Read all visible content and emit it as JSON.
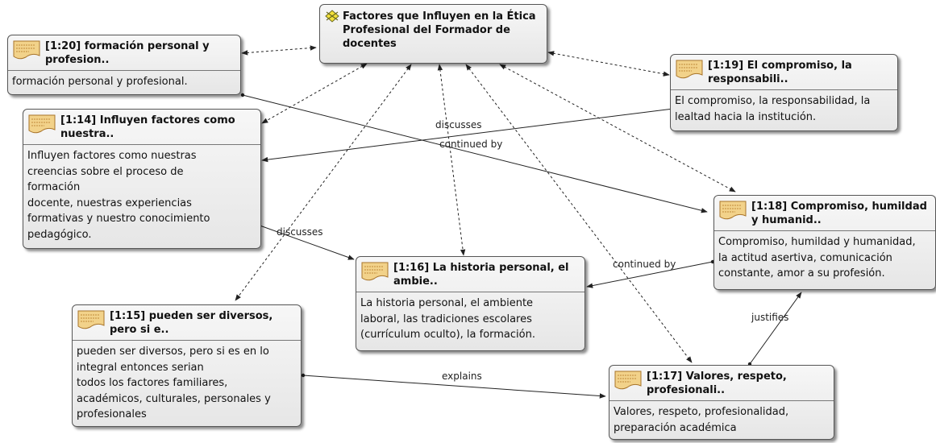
{
  "central": {
    "title": "Factores que Influyen en la Ética Profesional del Formador de docentes",
    "icon": "code-icon"
  },
  "nodes": {
    "n120": {
      "title": "[1:20] formación personal y profesion..",
      "body": "formación personal y profesional.",
      "icon": "quotation-icon"
    },
    "n119": {
      "title": "[1:19] El compromiso, la responsabili..",
      "body": "El compromiso, la responsabilidad, la\nlealtad hacia la institución.",
      "icon": "quotation-icon"
    },
    "n114": {
      "title": "[1:14] Influyen factores como nuestra..",
      "body": "Influyen factores como nuestras\ncreencias sobre el proceso de\nformación\ndocente, nuestras experiencias\nformativas y nuestro conocimiento\npedagógico.",
      "icon": "quotation-icon"
    },
    "n118": {
      "title": "[1:18] Compromiso, humildad y humanid..",
      "body": "Compromiso, humildad y humanidad,\nla actitud asertiva, comunicación\nconstante, amor a su profesión.",
      "icon": "quotation-icon"
    },
    "n116": {
      "title": "[1:16] La historia personal, el ambie..",
      "body": "La historia personal, el ambiente\nlaboral, las tradiciones escolares\n(currículum oculto), la formación.",
      "icon": "quotation-icon"
    },
    "n115": {
      "title": "[1:15] pueden ser diversos, pero si e..",
      "body": "pueden ser diversos, pero si es en lo\nintegral entonces serian\ntodos los factores familiares,\nacadémicos, culturales, personales y\nprofesionales",
      "icon": "quotation-icon"
    },
    "n117": {
      "title": "[1:17] Valores, respeto, profesionali..",
      "body": "Valores, respeto, profesionalidad,\npreparación académica",
      "icon": "quotation-icon"
    }
  },
  "relations": {
    "discusses_1": "discusses",
    "continued_by_1": "continued by",
    "discusses_2": "discusses",
    "continued_by_2": "continued by",
    "justifies": "justifies",
    "explains": "explains"
  }
}
